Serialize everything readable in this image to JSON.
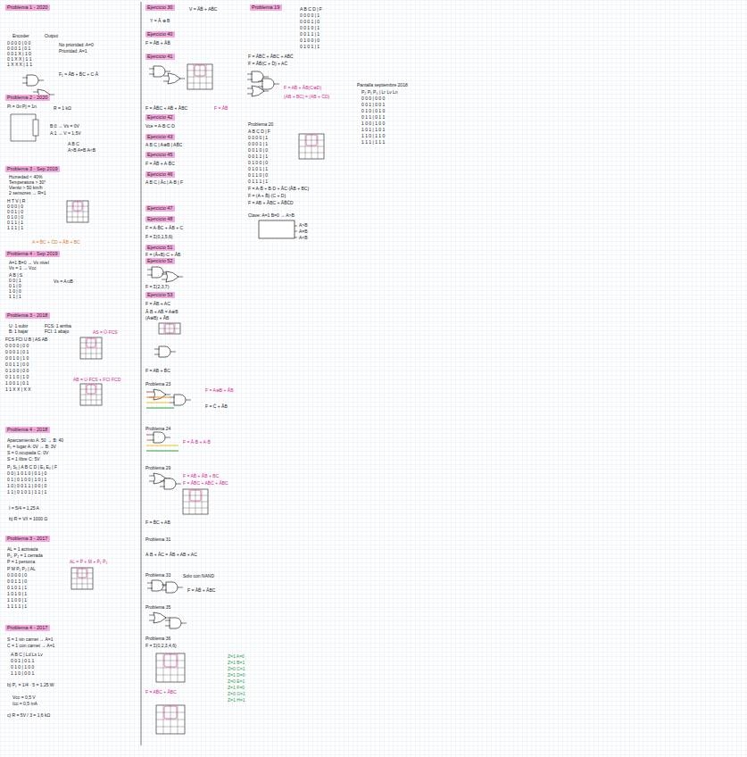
{
  "diagram": {
    "nodes": [
      {
        "text": [
          "Problema 1 - 2020"
        ]
      },
      {
        "text": [
          "Problema 2 - 2020"
        ]
      },
      {
        "text": [
          "Problema 3 - Sep 2019"
        ]
      },
      {
        "text": [
          "Problema 4 - Sep 2019"
        ]
      },
      {
        "text": [
          "Problema 3 - 2018"
        ]
      },
      {
        "text": [
          "Problema 4 - 2018"
        ]
      },
      {
        "text": [
          "Problema 3 - 2017"
        ]
      },
      {
        "text": [
          "Problema 4 - 2017"
        ]
      },
      {
        "text": [
          "Ejercicio 30"
        ]
      },
      {
        "text": [
          "Ejercicio 40"
        ]
      },
      {
        "text": [
          "Ejercicio 41"
        ]
      },
      {
        "text": [
          "Ejercicio 42"
        ]
      },
      {
        "text": [
          "Ejercicio 43"
        ]
      },
      {
        "text": [
          "Ejercicio 45"
        ]
      },
      {
        "text": [
          "Ejercicio 46"
        ]
      },
      {
        "text": [
          "Ejercicio 47"
        ]
      },
      {
        "text": [
          "Ejercicio 48"
        ]
      },
      {
        "text": [
          "Ejercicio 51"
        ]
      },
      {
        "text": [
          "Ejercicio 52"
        ]
      },
      {
        "text": [
          "Ejercicio 53"
        ]
      },
      {
        "text": [
          "Problema 19"
        ]
      }
    ],
    "labels": [
      "Encoder",
      "Output",
      "0 0 0 0 | 0 0",
      "0 0 0 1 | 0 1",
      "0 0 1 X | 1 0",
      "0 1 X X | 1 1",
      "1 X X X | 1 1",
      "No prioridad: A=0",
      "Prioridad: A=1",
      "F₁ = ĀB + B̄C + C·Ā",
      "Pi = 0n   Pj = 1n",
      "R = 1 kΩ",
      "B:0 → Vs = 0V",
      "A:1 → V = 1,5V",
      "A B C",
      "A>B  A=B  A<B",
      "Humedad < 40%",
      "Temperatura > 30°",
      "Viento > 50 km/h",
      "2 sensores → R=1",
      "H T V | R",
      "0 0 0 | 0",
      "0 0 1 | 0",
      "0 1 0 | 0",
      "0 1 1 | 1",
      "1 1 1 | 1",
      "A = B̄C + C̄D + ĀB + BC",
      "A=1 B=0 → Vs nivel",
      "Vs = 1 → Vcc",
      "A B | S",
      "0 0 | 1",
      "0 1 | 0",
      "1 0 | 0",
      "1 1 | 1",
      "Vs = A⊙B",
      "U: 1 subir",
      "B: 1 bajar",
      "FCS: 1 arriba",
      "FCI: 1 abajo",
      "FCS FCI U B | AS AB",
      "0 0 0 0 | 0 0",
      "0 0 0 1 | 0 1",
      "0 0 1 0 | 1 0",
      "0 0 1 1 | 0 0",
      "0 1 0 0 | 0 0",
      "0 1 1 0 | 1 0",
      "1 0 0 1 | 0 1",
      "1 1 X X | X X",
      "AS = Ū·FCS",
      "AB = U·FCS + FCI·FCD",
      "Aparcamiento  A: 50 → B: 40",
      "F₁ = lugar  A: 0V → B: 3V",
      "S = 0 ocupada   C: 0V",
      "S = 1 libre   C: 5V",
      "P₁ S₁ | A B C D | E₁ E₀ | F",
      "0 0 | 1 0 1 0 | 0 1 | 0",
      "0 1 | 0 1 0 0 | 1 0 | 1",
      "1 0 | 0 0 1 1 | 0 0 | 0",
      "1 1 | 0 1 0 1 | 1 1 | 1",
      "I = 5/4 = 1,25 A",
      "b) R = V/I = 1000 Ω",
      "AL = 1 activada",
      "P₁, P₂ = 1 cerrada",
      "P = 1 persona",
      "P M P₁ P₂ | AL",
      "0 0 0 0 | 0",
      "0 0 1 1 | 0",
      "0 1 0 1 | 1",
      "1 0 1 0 | 1",
      "1 1 0 0 | 1",
      "1 1 1 1 | 1",
      "AL = P̄ + M̄ + P̄₁·P̄₂",
      "S = 1 sin carnet → A=1",
      "C = 1 con carnet → A=1",
      "A B C | Ld Ls Lv",
      "0 0 1 | 0 1 1",
      "0 1 0 | 1 0 0",
      "1 1 0 | 0 0 1",
      "b) Pₛ = 1/4 · 5 = 1,25 W",
      "Vcc = 0,5 V",
      "Icc = 0,5 mA",
      "c) R = 5V / 3 = 1,6 kΩ",
      "V = ĀB̄ + AB̄C",
      "Y = Ā ⊕ B",
      "F = ĀB + ĀB̄",
      "F = ĀB̄C + AB̄ + ĀBC",
      "F = ĀB̄",
      "Vce = A·B·C·D",
      "A B C | A⊕B | AB̄C",
      "F = ĀB̄ + A·B̄C",
      "A B C | Āc | A·B | F",
      "F = A·B̄C + ĀB + C",
      "F = Σ(0,1,5,6)",
      "F = (Ā+B)·C + ĀB",
      "F = Σ(2,3,7)",
      "F = ĀB + AC",
      "Ā·B + AB̄ = A⊕B",
      "(A⊕B) + ĀB",
      "F = AB + B̄C",
      "Problema 23",
      "F = A⊕B + ĀB",
      "F = C̄ + ĀB",
      "Problema 24",
      "F = Ā·B̄ + A·B̄",
      "Problema 29",
      "F = AB̄ + ĀB + BC",
      "F = ĀB̄C + AB̄C̄ + ĀBC",
      "F = B̄C + AB",
      "Problema 31",
      "A·B + ĀC = ĀB + AB + AC",
      "Problema 33",
      "Solo con NAND",
      "F = ĀB̄ + ĀBC",
      "Problema 35",
      "Problema 36",
      "F = Σ(0,2,3,4,6)",
      "F = AB̄C + ĀBC",
      "Z=1 A=0",
      "Z=1 B=1",
      "Z=0 C=1",
      "Z=1 D=0",
      "Z=0 E=1",
      "Z=1 F=0",
      "Z=0 G=1",
      "Z=1 H=1",
      "A B C D | F",
      "0 0 0 0 | 1",
      "0 0 0 1 | 0",
      "0 0 1 0 | 1",
      "0 0 1 1 | 1",
      "0 1 0 0 | 0",
      "0 1 0 1 | 1",
      "F = ĀB̄C̄ + ĀBC + AB̄C̄",
      "F = ĀB̄(C + D̄) + AC̄",
      "F = AB̄ + ĀB(C⊕D)",
      "(AB + BC) = (AB + C̄D)",
      "Problema 20",
      "A B C D | F",
      "0 0 0 0 | 1",
      "0 0 0 1 | 1",
      "0 0 1 0 | 0",
      "0 0 1 1 | 1",
      "0 1 0 0 | 0",
      "0 1 0 1 | 1",
      "0 1 1 0 | 0",
      "0 1 1 1 | 1",
      "F = A·B̄ + B·D + ĀC·(ĀB + BC)",
      "F = (A + B̄)·(C + D)",
      "F = AB + ĀBC + ĀB̄C̄D",
      "Clave: A=1 B=0 → A>B",
      "A>B",
      "A=B",
      "A<B",
      "Pantalla  septiembre 2018",
      "P₂ P₁ P₀ | Lr Lv Ln",
      "0 0 0 | 0 0 0",
      "0 0 1 | 0 0 1",
      "0 1 0 | 0 1 0",
      "0 1 1 | 0 1 1",
      "1 0 0 | 1 0 0",
      "1 0 1 | 1 0 1",
      "1 1 0 | 1 1 0",
      "1 1 1 | 1 1 1"
    ]
  }
}
